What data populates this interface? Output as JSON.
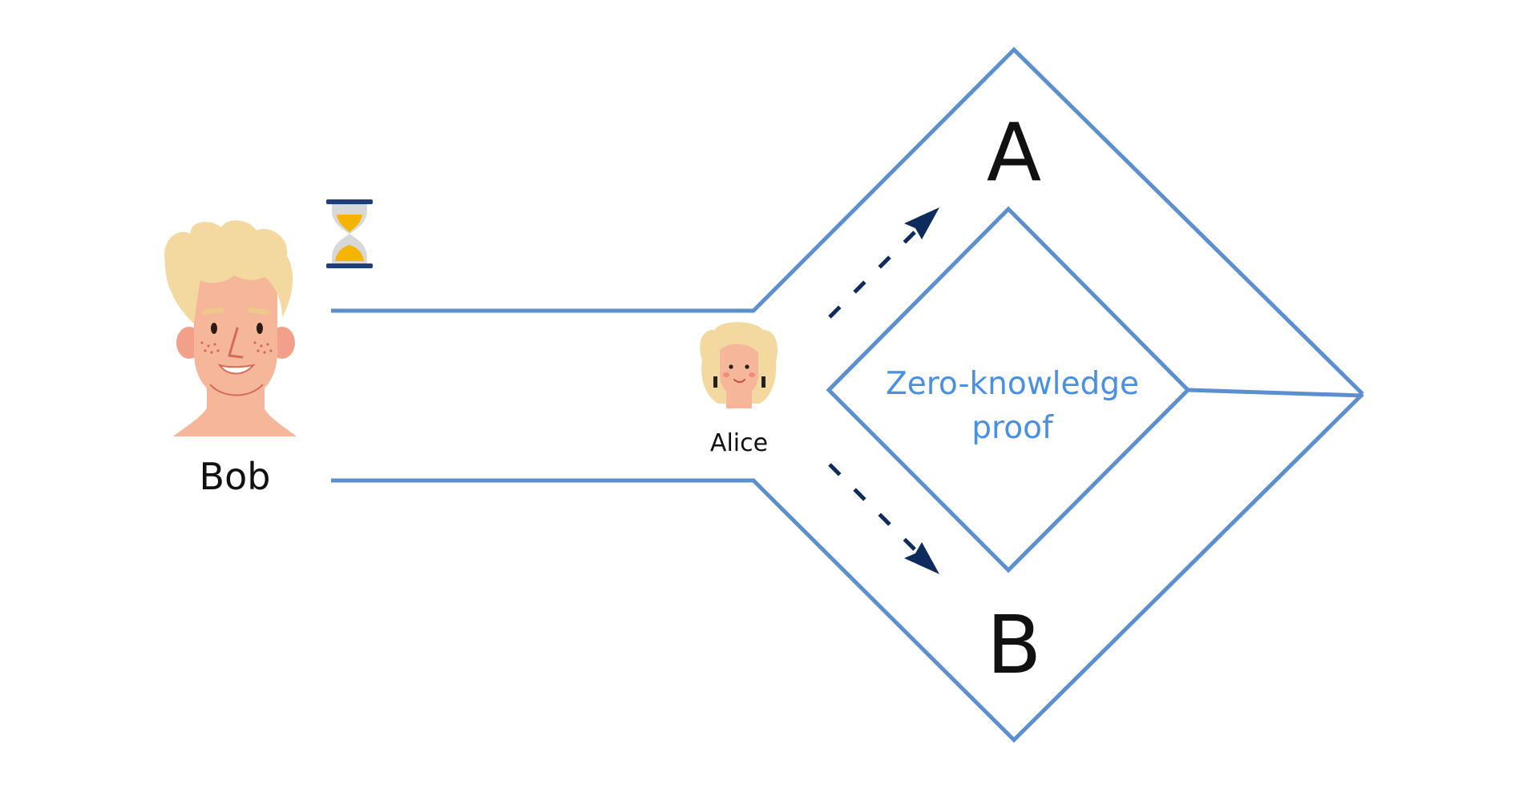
{
  "people": {
    "bob": {
      "name": "Bob",
      "icon": "bob-avatar-icon"
    },
    "alice": {
      "name": "Alice",
      "icon": "alice-avatar-icon"
    }
  },
  "waiting_icon": "hourglass-icon",
  "nodes": {
    "top": "A",
    "bottom": "B",
    "center_line1": "Zero-knowledge",
    "center_line2": "proof"
  },
  "colors": {
    "path": "#5b8fd0",
    "arrow": "#0d2b5c",
    "center_text": "#4a90e2",
    "skin": "#f6b69a",
    "hair": "#f3d9a0",
    "text": "#111111",
    "hourglass_sand": "#f5b400"
  }
}
